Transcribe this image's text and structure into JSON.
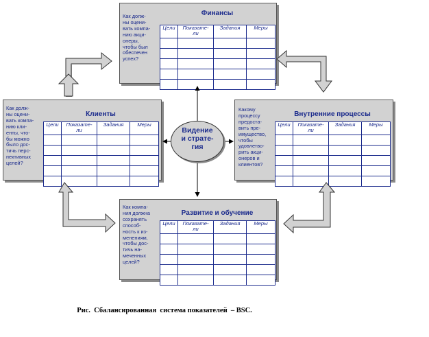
{
  "center": {
    "label": "Видение\nи страте-\nгия"
  },
  "columns": [
    "Цели",
    "Показате-\nли",
    "Задания",
    "Меры"
  ],
  "panels": {
    "finance": {
      "title": "Финансы",
      "question": "Как долж-\nны оцени-\nвать компа-\nнию акци-\nонеры,\nчтобы был\nобеспечен\nуспех?"
    },
    "customers": {
      "title": "Клиенты",
      "question": "Как долж-\nны оцени-\nвать компа-\nнию кли-\nенты, что-\nбы можно\nбыло дос-\nтичь перс-\nпективных\nцелей?"
    },
    "internal": {
      "title": "Внутренние процессы",
      "question": "Какому\nпроцессу\nпредоста-\nвить пре-\nимущество,\nчтобы\nудовлетво-\nрить акци-\nонеров и\nклиентов?"
    },
    "learning": {
      "title": "Развитие и обучение",
      "question": "Как компа-\nния должна\nсохранять\nспособ-\nность к из-\nменениям,\nчтобы дос-\nтичь на-\nмеченных\nцелей?"
    }
  },
  "caption": "Рис.  Сбалансированная  система показателей  – BSC."
}
